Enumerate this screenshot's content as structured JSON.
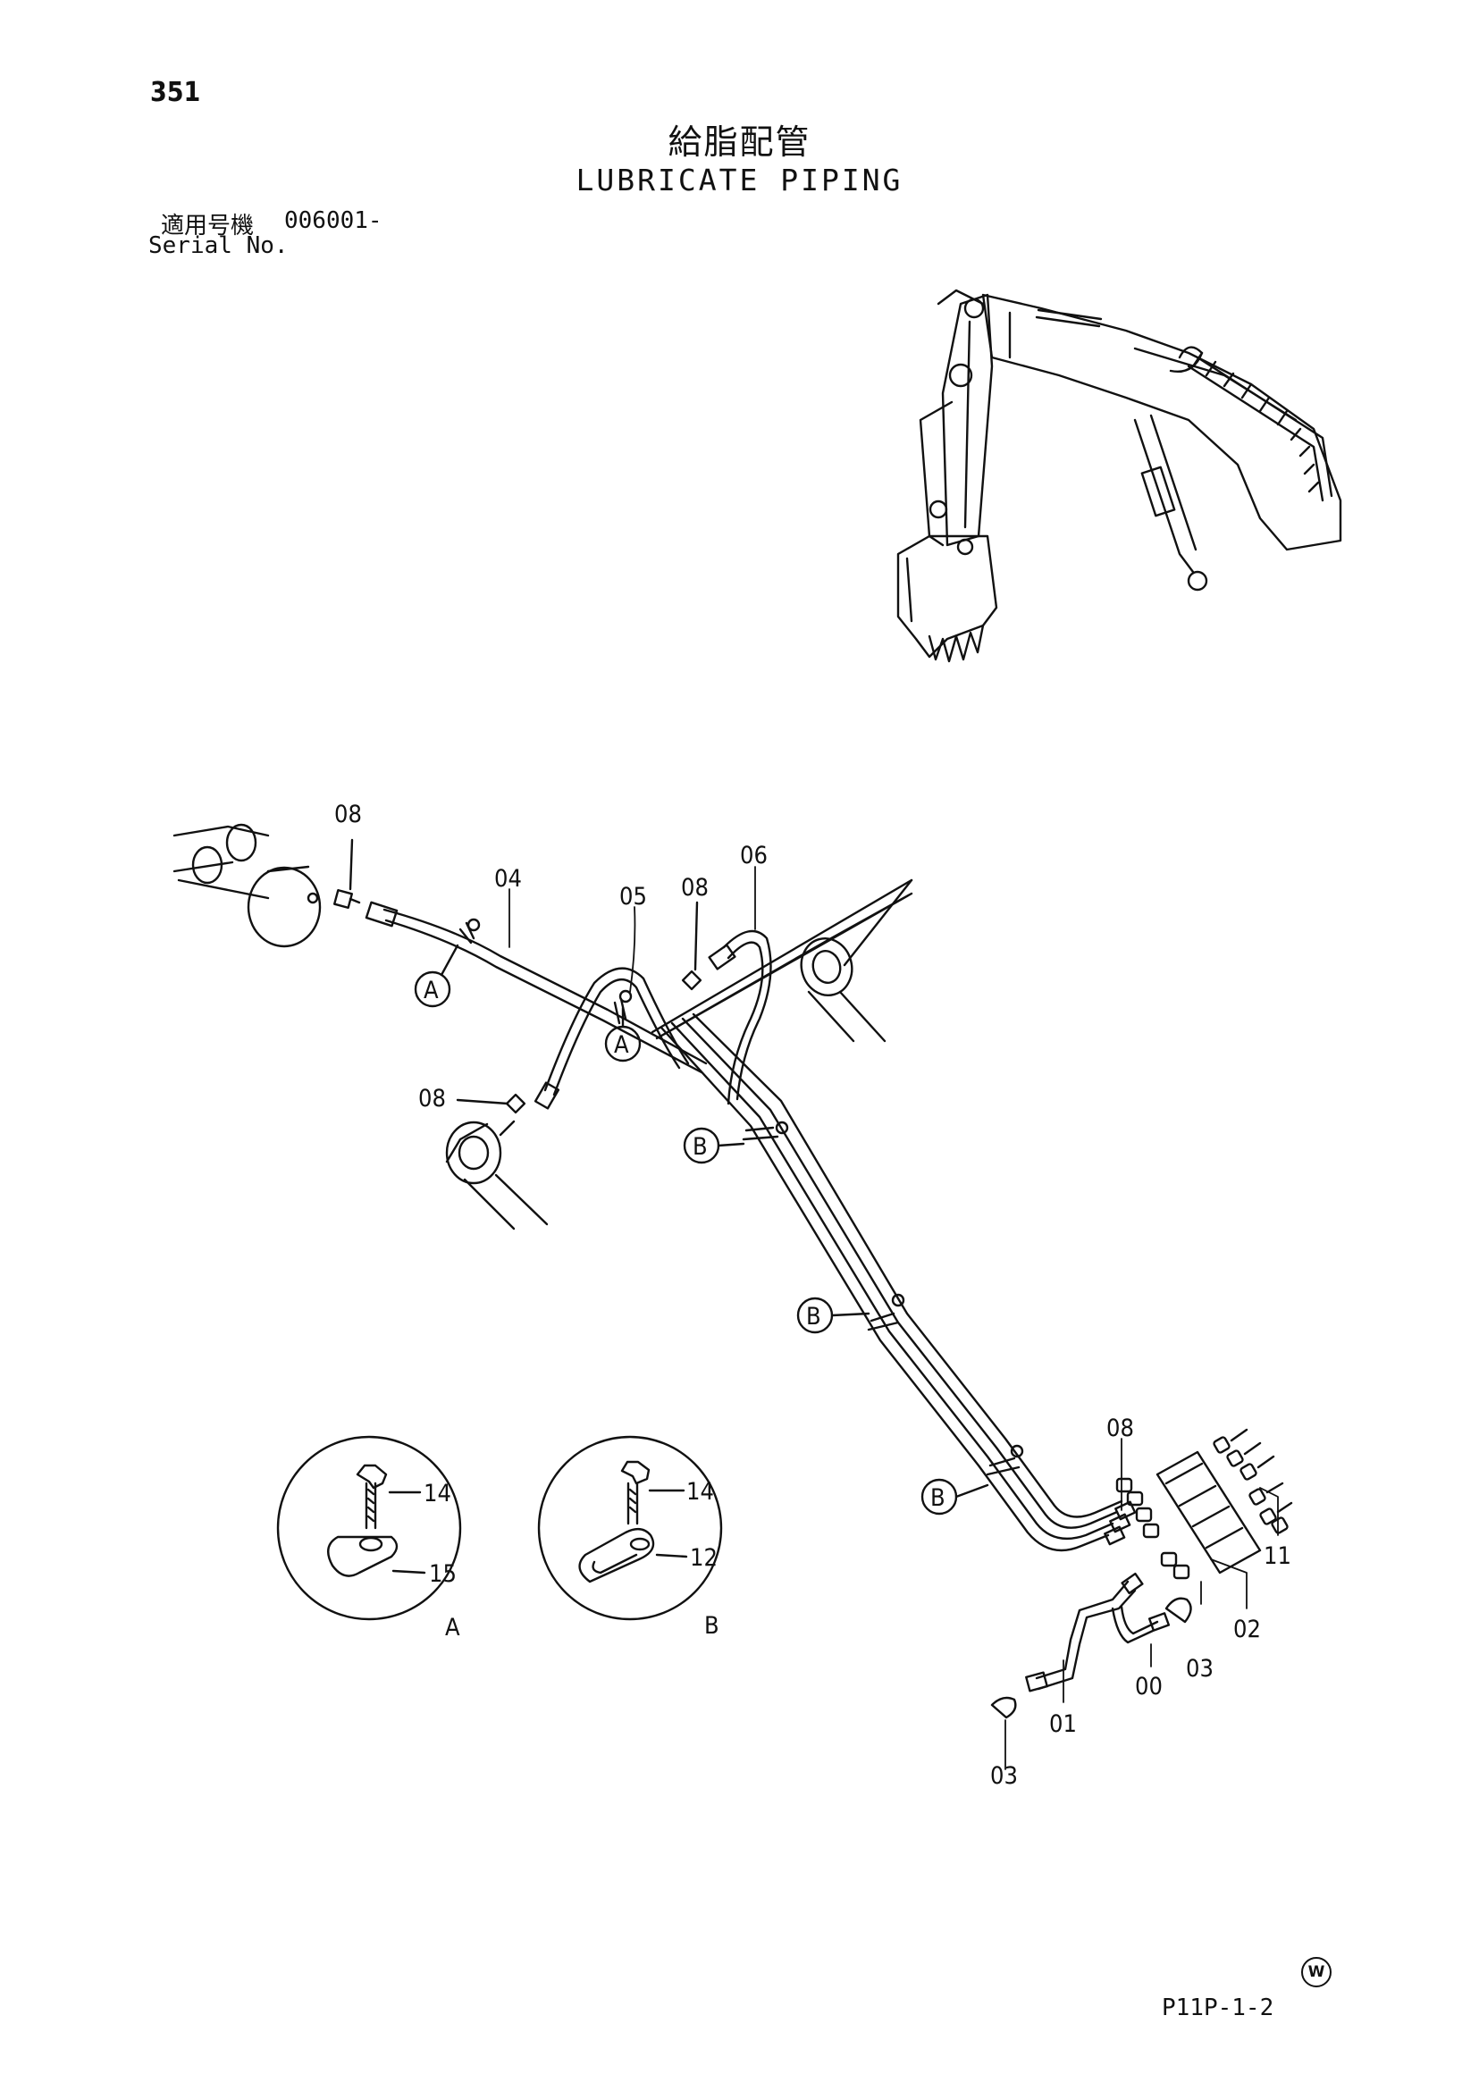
{
  "header": {
    "page_number": "351",
    "title_jp": "給脂配管",
    "title_en": "LUBRICATE PIPING",
    "serial_label_jp": "適用号機",
    "serial_value": "006001-",
    "serial_label_en": "Serial No."
  },
  "callouts": {
    "p08a": "08",
    "p04": "04",
    "p05": "05",
    "p08b": "08",
    "p06": "06",
    "p08c": "08",
    "p08d": "08",
    "p11": "11",
    "p02": "02",
    "p03a": "03",
    "p00": "00",
    "p01": "01",
    "p03b": "03",
    "p14a": "14",
    "p15": "15",
    "p14b": "14",
    "p12": "12"
  },
  "clamp_refs": {
    "a1": "A",
    "a2": "A",
    "b1": "B",
    "b2": "B",
    "b3": "B"
  },
  "detail_views": {
    "a": "A",
    "b": "B"
  },
  "footer": {
    "code": "P11P-1-2",
    "mark": "W"
  }
}
